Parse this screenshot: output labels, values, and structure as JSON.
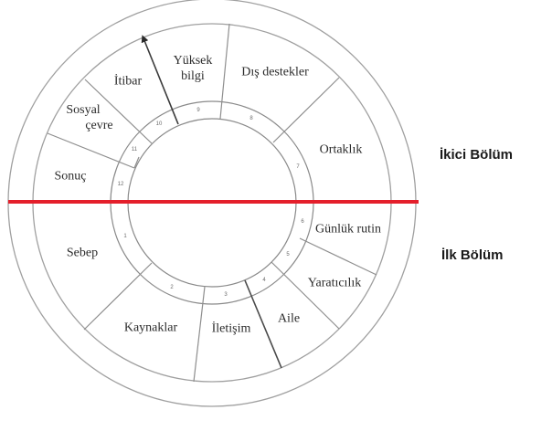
{
  "diagram": {
    "colors": {
      "ring_stroke": "#9a9a9a",
      "divider_stroke": "#8e8e8e",
      "arrow_stroke": "#3a3a3a",
      "split_line": "#e41f2b"
    },
    "segments": [
      {
        "number": "1",
        "label": "Sebep"
      },
      {
        "number": "2",
        "label": "Kaynaklar"
      },
      {
        "number": "3",
        "label": "İletişim"
      },
      {
        "number": "4",
        "label": "Aile"
      },
      {
        "number": "5",
        "label": "Yaratıcılık"
      },
      {
        "number": "6",
        "label": "Günlük rutin"
      },
      {
        "number": "7",
        "label": "Ortaklık"
      },
      {
        "number": "8",
        "label": "Dış destekler"
      },
      {
        "number": "9",
        "label": "Yüksek bilgi"
      },
      {
        "number": "10",
        "label": "İtibar"
      },
      {
        "number": "11",
        "label": "Sosyal çevre"
      },
      {
        "number": "12",
        "label": "Sonuç"
      }
    ],
    "labels_multiline": {
      "yuksek_line1": "Yüksek",
      "yuksek_line2": "bilgi",
      "sosyal_line1": "Sosyal",
      "sosyal_line2": "çevre"
    },
    "parts": {
      "upper": "İkici Bölüm",
      "lower": "İlk Bölüm"
    }
  }
}
